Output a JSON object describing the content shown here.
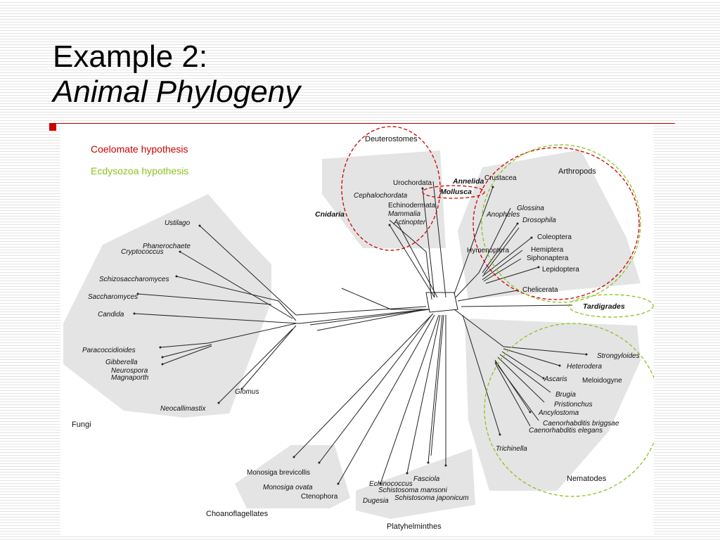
{
  "slide": {
    "title_line1": "Example 2:",
    "title_line2": "Animal Phylogeny"
  },
  "legend": {
    "coelomate": "Coelomate hypothesis",
    "ecdysozoa": "Ecdysozoa hypothesis"
  },
  "colors": {
    "coelomate": "#cc0000",
    "ecdysozoa": "#8dc21f",
    "group_fill": "#e4e4e4",
    "accent_rule": "#b40000"
  },
  "groups": {
    "deuterostomes": "Deuterostomes",
    "arthropods": "Arthropods",
    "nematodes": "Nematodes",
    "platyhelminthes": "Platyhelminthes",
    "choanoflagellates": "Choanoflagellates",
    "fungi": "Fungi"
  },
  "taxa": {
    "urochordata": "Urochordata",
    "annelida": "Annelida",
    "mollusca": "Mollusca",
    "cephalochordata": "Cephalochordata",
    "echinodermata": "Echinodermata",
    "mammalia": "Mammalia",
    "actinopter": "Actinopter",
    "cnidaria": "Cnidaria",
    "crustacea": "Crustacea",
    "glossina": "Glossina",
    "anopheles": "Anopheles",
    "drosophila": "Drosophila",
    "coleoptera": "Coleoptera",
    "hymenoptera": "Hymenoptera",
    "hemiptera": "Hemiptera",
    "siphonaptera": "Siphonaptera",
    "lepidoptera": "Lepidoptera",
    "chelicerata": "Chelicerata",
    "tardigrades": "Tardigrades",
    "strongyloides": "Strongyloides",
    "heterodera": "Heterodera",
    "ascaris": "Ascaris",
    "meloidogyne": "Meloidogyne",
    "brugia": "Brugia",
    "pristionchus": "Pristionchus",
    "ancylostoma": "Ancylostoma",
    "c_briggsae": "Caenorhabditis briggsae",
    "c_elegans": "Caenorhabditis elegans",
    "trichinella": "Trichinella",
    "ustilago": "Ustilago",
    "phanerochaete": "Phanerochaete",
    "cryptococcus": "Cryptococcus",
    "schizosaccharomyces": "Schizosaccharomyces",
    "saccharomyces": "Saccharomyces",
    "candida": "Candida",
    "paracoccidioides": "Paracoccidioides",
    "gibberella": "Gibberella",
    "neurospora": "Neurospora",
    "magnaporth": "Magnaporth",
    "glomus": "Glomus",
    "neocallimastix": "Neocallimastix",
    "monosiga_brevicollis": "Monosiga brevicollis",
    "monosiga_ovata": "Monosiga ovata",
    "ctenophora": "Ctenophora",
    "echinococcus": "Echinococcus",
    "fasciola": "Fasciola",
    "schistosoma_mansoni": "Schistosoma mansoni",
    "dugesia": "Dugesia",
    "schistosoma_japonicum": "Schistosoma japonicum"
  }
}
